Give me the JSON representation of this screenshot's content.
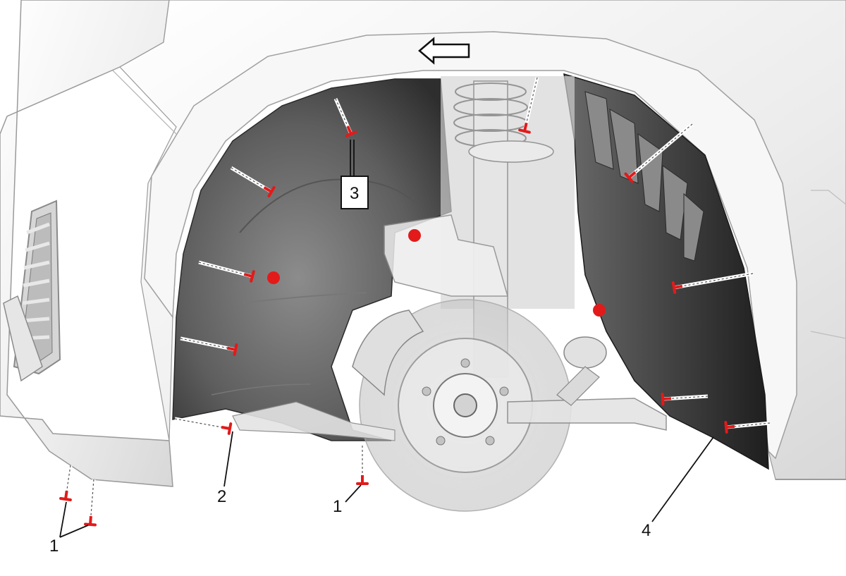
{
  "callouts": {
    "c1a": "1",
    "c1b": "1",
    "c2": "2",
    "c3": "3",
    "c4": "4"
  },
  "colors": {
    "body_panel": "#f2f2f2",
    "liner_dark": "#4a4a4a",
    "liner_mid": "#6b6b6b",
    "fastener": "#e21a1a",
    "outline": "#8a8a8a"
  },
  "icons": {
    "direction": "arrow-left-icon",
    "fastener": "push-pin-icon"
  }
}
